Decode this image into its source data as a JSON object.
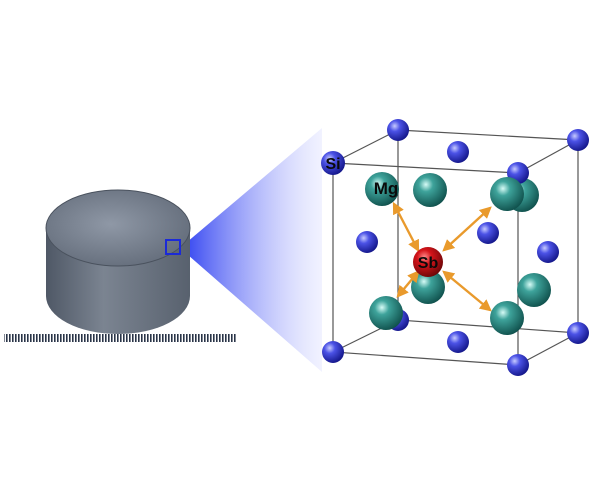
{
  "labels": {
    "si": "Si",
    "mg": "Mg",
    "sb": "Sb"
  },
  "colors": {
    "si_atom": "#2e33cc",
    "mg_atom": "#2f8f88",
    "sb_atom": "#d4141a",
    "bond_arrow": "#e99a2c",
    "cell_edge": "#555555",
    "sample_body": "#6c7582",
    "zoom_beam": "#2b3df0"
  },
  "icons": {
    "sample": "pellet-cylinder-icon",
    "zoom": "zoom-beam-icon",
    "scale": "ruler-scale-icon"
  }
}
